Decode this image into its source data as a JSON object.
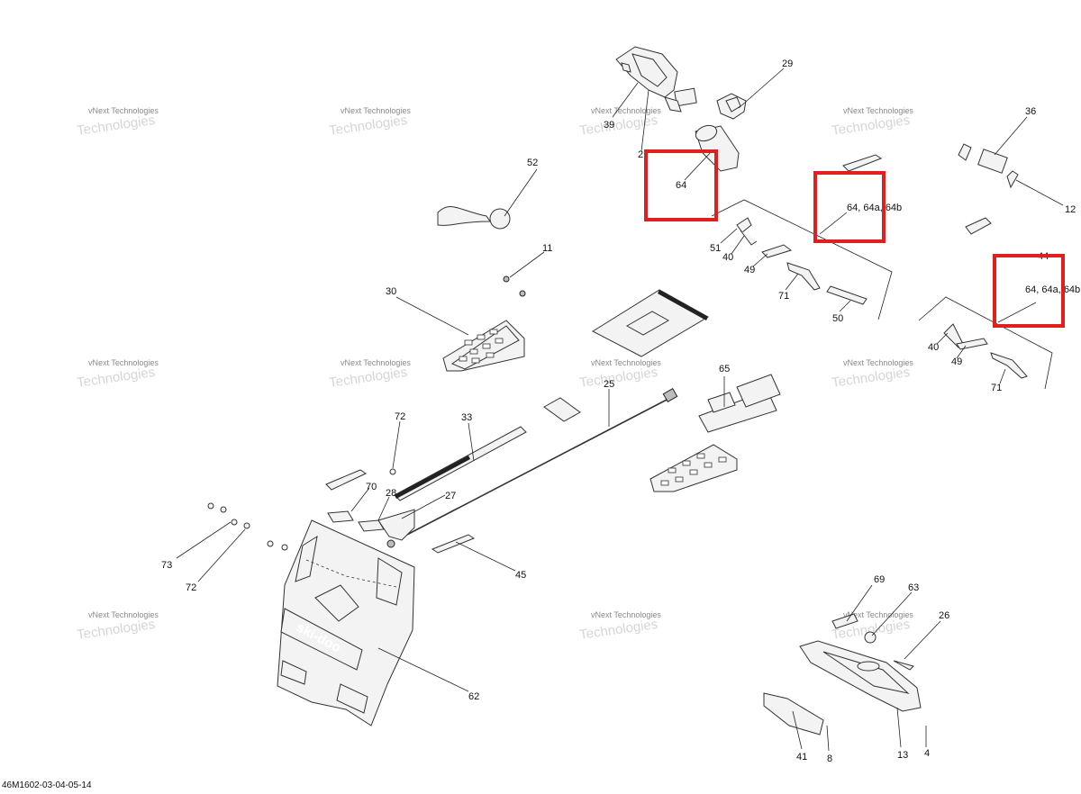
{
  "diagram": {
    "footer_code": "46M1602-03-04-05-14",
    "watermark": {
      "line1": "vNext Technologies",
      "line2": "Technologies"
    },
    "callouts": {
      "c29": "29",
      "c39": "39",
      "c2": "2",
      "c64": "64",
      "c64_64a_64b_1": "64, 64a, 64b",
      "c36": "36",
      "c12": "12",
      "c52": "52",
      "c11": "11",
      "c30": "30",
      "c51": "51",
      "c40a": "40",
      "c49a": "49",
      "c71a": "71",
      "c50": "50",
      "c44": "44",
      "c64_64a_64b_2": "64, 64a, 64b",
      "c40b": "40",
      "c49b": "49",
      "c71b": "71",
      "c65": "65",
      "c25": "25",
      "c72a": "72",
      "c33": "33",
      "c70": "70",
      "c28": "28",
      "c27": "27",
      "c73": "73",
      "c72b": "72",
      "c45": "45",
      "c62": "62",
      "c69": "69",
      "c63": "63",
      "c26": "26",
      "c41": "41",
      "c8": "8",
      "c13": "13",
      "c4": "4"
    },
    "logo_text": "ski-doo",
    "highlight_color": "#e0201c"
  }
}
